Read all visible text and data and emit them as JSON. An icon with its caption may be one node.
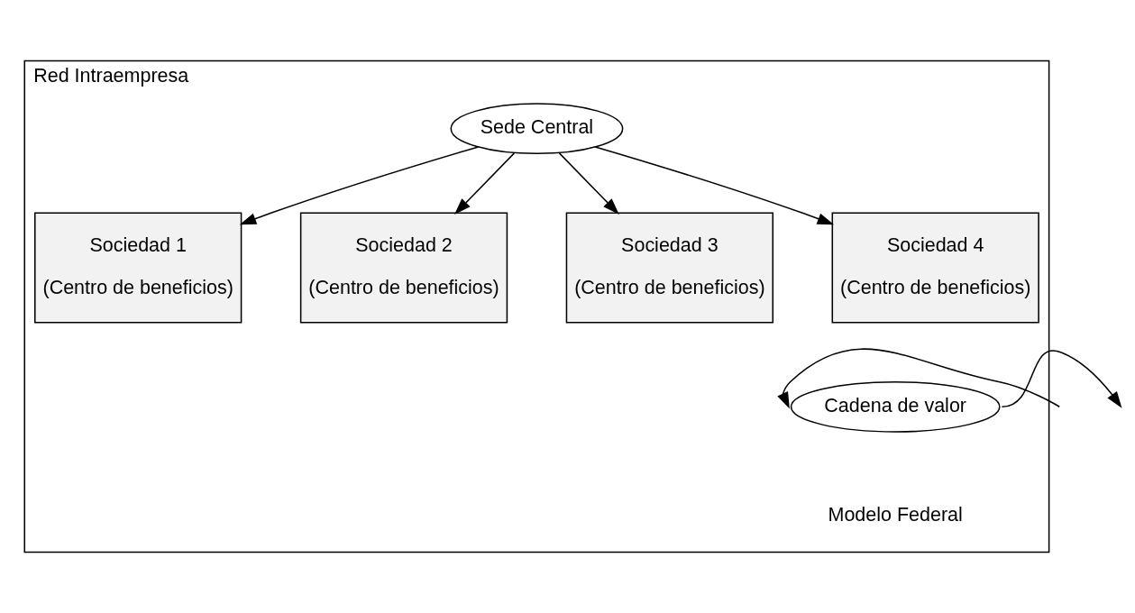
{
  "diagram": {
    "nodes": [
      {
        "text": [
          "Red Intraempresa"
        ]
      },
      {
        "text": [
          "Sede Central"
        ],
        "in": 0
      },
      {
        "text": [
          "Sociedad 1",
          "(Centro de beneficios)"
        ],
        "in": 0
      },
      {
        "text": [
          "Sociedad 2",
          "(Centro de beneficios)"
        ],
        "in": 0
      },
      {
        "text": [
          "Sociedad 3",
          "(Centro de beneficios)"
        ],
        "in": 0
      },
      {
        "text": [
          "Sociedad 4",
          "(Centro de beneficios)"
        ],
        "in": 0
      },
      {
        "text": [
          "Cadena de valor"
        ],
        "in": 0
      }
    ],
    "edges": [
      {
        "from": 1,
        "to": 2,
        "arrow": "to"
      },
      {
        "from": 1,
        "to": 3,
        "arrow": "to"
      },
      {
        "from": 1,
        "to": 4,
        "arrow": "to"
      },
      {
        "from": 1,
        "to": 5,
        "arrow": "to"
      },
      {
        "from": null,
        "to": 6,
        "arrow": "to"
      },
      {
        "from": 6,
        "to": null,
        "arrow": "to"
      }
    ],
    "labels": [
      "Modelo Federal"
    ]
  }
}
